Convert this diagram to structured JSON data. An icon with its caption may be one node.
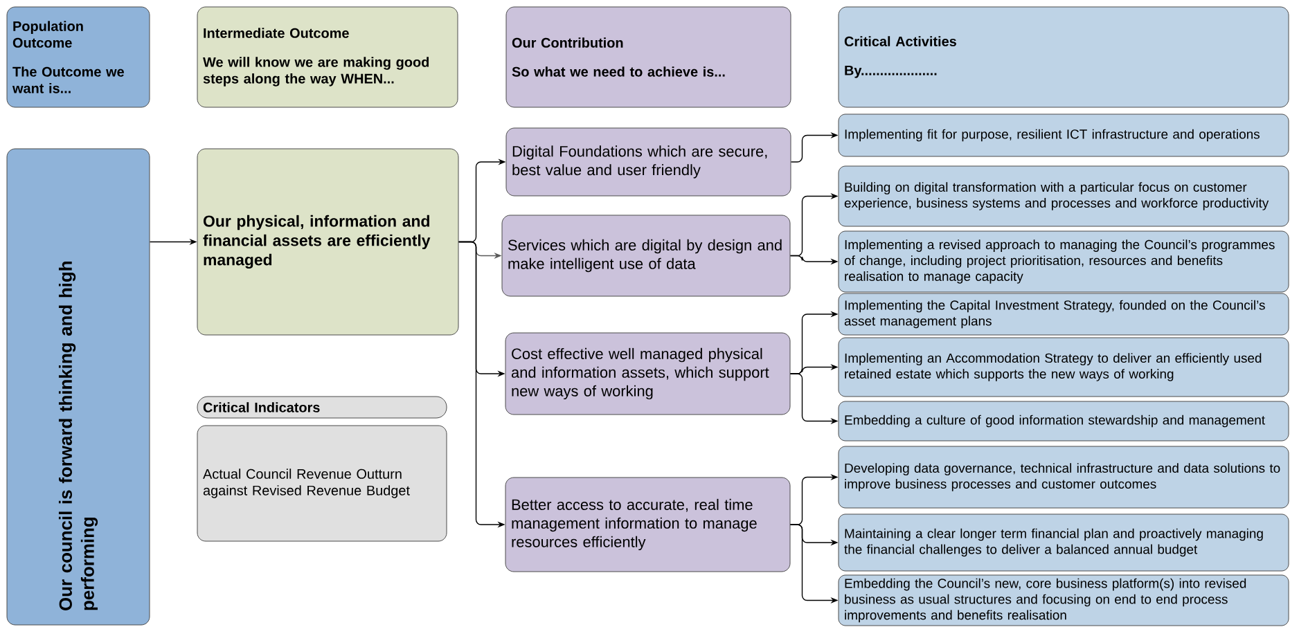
{
  "diagram": {
    "nodes": [
      {
        "text": [
          "Population Outcome",
          "The Outcome we want is..."
        ]
      },
      {
        "text": [
          "Intermediate Outcome",
          "We will know we are making good steps along the way WHEN..."
        ]
      },
      {
        "text": [
          "Our Contribution",
          "So what we need to achieve is..."
        ]
      },
      {
        "text": [
          "Critical Activities",
          "By...................."
        ]
      },
      {
        "text": [
          "Our council is forward thinking and high performing"
        ]
      },
      {
        "text": [
          "Our physical, information and financial assets are efficiently managed"
        ]
      },
      {
        "text": [
          "Critical Indicators"
        ]
      },
      {
        "text": [
          "Actual Council Revenue Outturn against Revised Revenue Budget"
        ]
      },
      {
        "text": [
          "Digital Foundations which are secure, best value and user friendly"
        ]
      },
      {
        "text": [
          "Services which are digital by design and make intelligent use of data"
        ]
      },
      {
        "text": [
          "Cost effective well managed physical and information assets, which support new ways of working"
        ]
      },
      {
        "text": [
          "Better access to accurate, real time management information to manage resources efficiently"
        ]
      },
      {
        "text": [
          "Implementing fit for purpose, resilient ICT infrastructure and operations"
        ]
      },
      {
        "text": [
          "Building on digital transformation with a particular focus on customer experience, business systems and processes and workforce productivity"
        ]
      },
      {
        "text": [
          "Implementing a revised approach to managing the Council’s programmes of change, including project prioritisation, resources and benefits realisation to manage capacity"
        ]
      },
      {
        "text": [
          "Implementing the Capital Investment Strategy, founded on the Council’s asset management plans"
        ]
      },
      {
        "text": [
          "Implementing an Accommodation Strategy to deliver an efficiently used retained estate which supports the new ways of working"
        ]
      },
      {
        "text": [
          "Embedding a culture of good information stewardship and management"
        ]
      },
      {
        "text": [
          "Developing data governance, technical infrastructure and data solutions to improve business processes and customer outcomes"
        ]
      },
      {
        "text": [
          "Maintaining a clear longer term financial plan and proactively managing the financial challenges to deliver a balanced annual budget"
        ]
      },
      {
        "text": [
          "Embedding the Council’s new, core business platform(s) into revised business as usual structures and focusing on end to end process improvements and benefits realisation"
        ]
      }
    ],
    "edges": [
      {
        "from": 4,
        "to": 5,
        "arrow": "to"
      },
      {
        "from": 5,
        "to": 8,
        "arrow": "to"
      },
      {
        "from": 5,
        "to": 9,
        "arrow": "to",
        "color": "#595959"
      },
      {
        "from": 5,
        "to": 10,
        "arrow": "to"
      },
      {
        "from": 5,
        "to": 11,
        "arrow": "to"
      },
      {
        "from": 8,
        "to": 12,
        "arrow": "to"
      },
      {
        "from": 9,
        "to": 13,
        "arrow": "to"
      },
      {
        "from": 9,
        "to": 14,
        "arrow": "to"
      },
      {
        "from": 10,
        "to": 15,
        "arrow": "to"
      },
      {
        "from": 10,
        "to": 16,
        "arrow": "to"
      },
      {
        "from": 10,
        "to": 17,
        "arrow": "to"
      },
      {
        "from": 11,
        "to": 18,
        "arrow": "to"
      },
      {
        "from": 11,
        "to": 19,
        "arrow": "to"
      },
      {
        "from": 11,
        "to": 20,
        "arrow": "to"
      }
    ]
  }
}
